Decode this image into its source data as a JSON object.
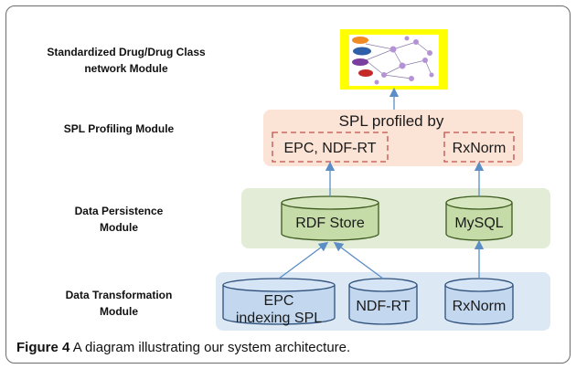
{
  "modules": {
    "network": "Standardized Drug/Drug Class network Module",
    "profiling": "SPL Profiling Module",
    "persistence": "Data Persistence Module",
    "transformation": "Data Transformation Module"
  },
  "profiling": {
    "title": "SPL profiled by",
    "box_left": "EPC, NDF-RT",
    "box_right": "RxNorm"
  },
  "persistence": {
    "store_left": "RDF Store",
    "store_right": "MySQL"
  },
  "transformation": {
    "src1_line1": "EPC",
    "src1_line2": "indexing SPL",
    "src2": "NDF-RT",
    "src3": "RxNorm"
  },
  "caption": {
    "figure_label": "Figure 4",
    "text": "A diagram illustrating our system architecture."
  },
  "colors": {
    "network_bg": "#ffff00",
    "profiling_bg": "#fbe3d6",
    "persistence_bg": "#e2ecd6",
    "transformation_bg": "#dce9f5",
    "cyl_green": "#c5dca8",
    "cyl_blue": "#c3d8ef",
    "arrow": "#5b8ec5"
  }
}
